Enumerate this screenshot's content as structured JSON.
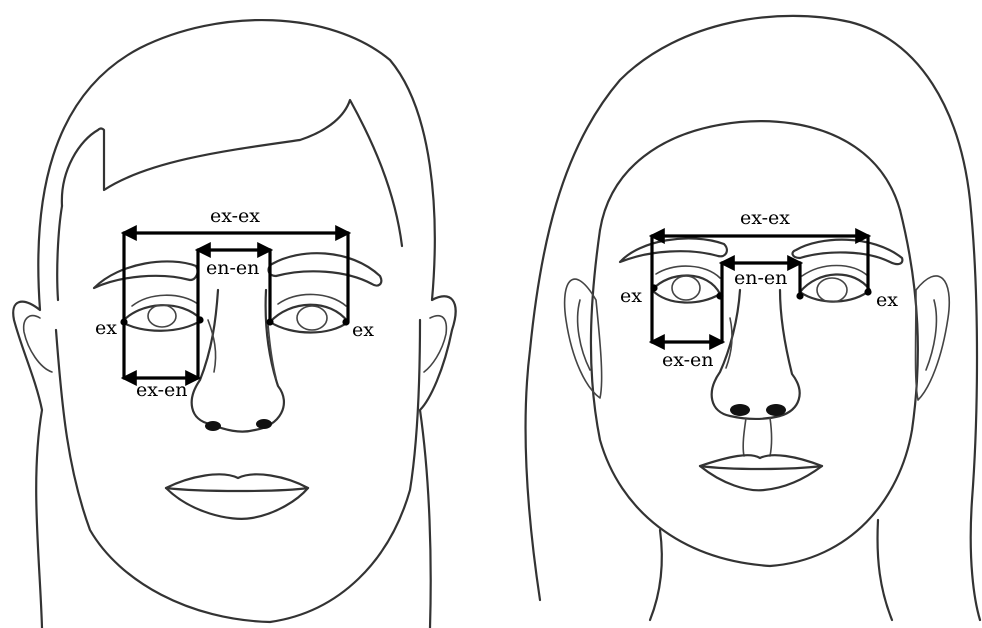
{
  "figures": [
    {
      "labels": {
        "ex_ex": "ex-ex",
        "en_en": "en-en",
        "ex_en": "ex-en",
        "ex_left": "ex",
        "ex_right": "ex"
      }
    },
    {
      "labels": {
        "ex_ex": "ex-ex",
        "en_en": "en-en",
        "ex_en": "ex-en",
        "ex_left": "ex",
        "ex_right": "ex"
      }
    }
  ],
  "colors": {
    "line": "#333333",
    "measure": "#000000",
    "background": "#ffffff"
  }
}
